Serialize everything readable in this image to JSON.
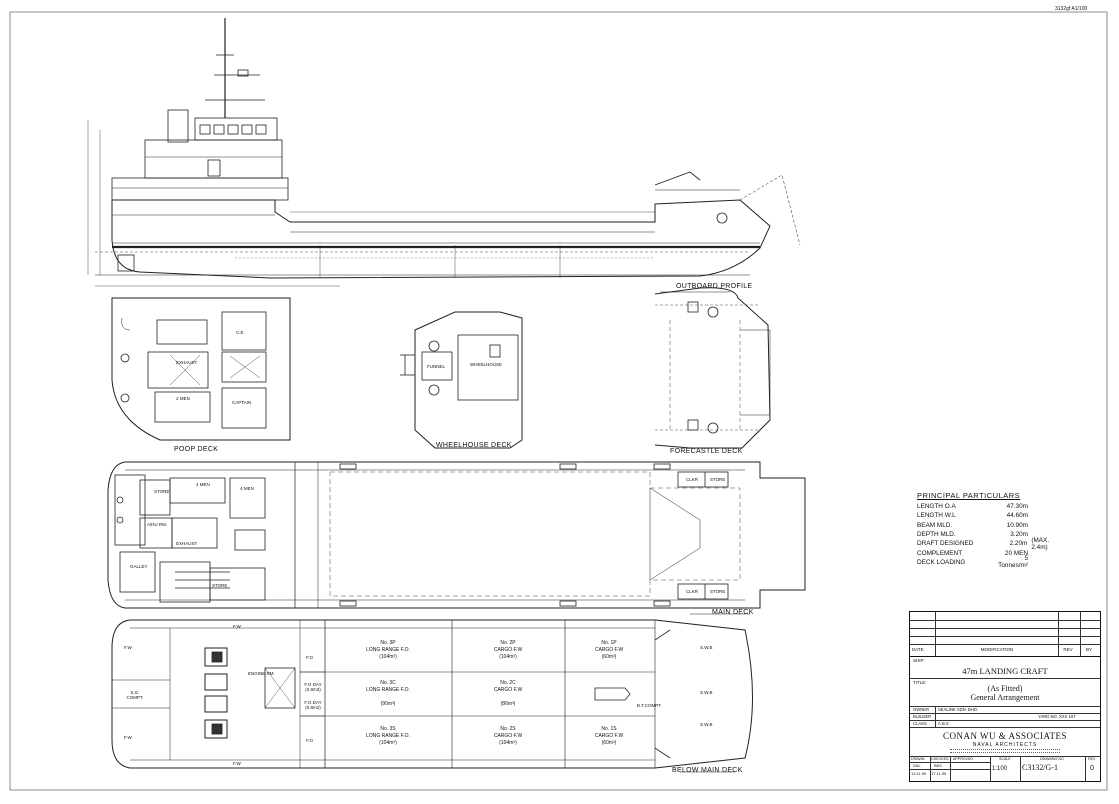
{
  "sheet_ref": "3132gf  A1/100",
  "views": {
    "outboard_profile": "OUTBOARD PROFILE",
    "poop_deck": "POOP DECK",
    "wheelhouse_deck": "WHEELHOUSE DECK",
    "forecastle_deck": "FORECASTLE DECK",
    "main_deck": "MAIN DECK",
    "below_main_deck": "BELOW MAIN DECK"
  },
  "rooms": {
    "ce": "C.E.",
    "exhaust": "EXHAUST",
    "two_men": "2 MEN",
    "captain": "CAPTAIN",
    "funnel": "FUNNEL",
    "wheelhouse": "WHEELHOUSE",
    "store": "STORE",
    "four_men_a": "4 MEN",
    "four_men_b": "4 MEN",
    "ahu_rm": "A/HU RM.",
    "exhaust_main": "EXHAUST",
    "galley": "GALLEY",
    "store_b": "STORE",
    "clkr_a": "CLKR",
    "store_c": "STORE",
    "clkr_b": "CLKR",
    "store_d": "STORE",
    "engine_rm": "ENGINE RM.",
    "sg_compt": "S.G. COMPT.",
    "bt_compt": "B.T.COMPT.",
    "swb_a": "S.W.B",
    "swb_b": "S.W.B",
    "swb_c": "S.W.B",
    "fw_a": "F.W",
    "fw_b": "F.W",
    "fw_c": "F.W",
    "fw_d": "F.W",
    "fo_a": "F.O",
    "fo_b": "F.O",
    "fo_day_a": "F.O DAY (0.8m3)",
    "fo_day_b": "F.O DAY (0.8m3)"
  },
  "tanks": [
    {
      "name": "No. 3P",
      "desc": "LONG RANGE F.O.",
      "cap": "(104m³)"
    },
    {
      "name": "No. 2P",
      "desc": "CARGO F.W",
      "cap": "(104m³)"
    },
    {
      "name": "No. 1P",
      "desc": "CARGO F.W",
      "cap": "(60m³)"
    },
    {
      "name": "No. 3C",
      "desc": "LONG RANGE F.O.",
      "cap": "(90m³)"
    },
    {
      "name": "No. 2C",
      "desc": "CARGO F.W",
      "cap": "(86m³)"
    },
    {
      "name": "No. 3S",
      "desc": "LONG RANGE F.O.",
      "cap": "(104m³)"
    },
    {
      "name": "No. 2S",
      "desc": "CARGO F.W",
      "cap": "(104m³)"
    },
    {
      "name": "No. 1S",
      "desc": "CARGO F.W",
      "cap": "(60m³)"
    }
  ],
  "particulars": {
    "title": "PRINCIPAL PARTICULARS",
    "rows": [
      {
        "k": "LENGTH O.A",
        "v": "47.30m",
        "x": ""
      },
      {
        "k": "LENGTH W.L",
        "v": "44.60m",
        "x": ""
      },
      {
        "k": "BEAM MLD.",
        "v": "10.90m",
        "x": ""
      },
      {
        "k": "DEPTH MLD.",
        "v": "3.20m",
        "x": ""
      },
      {
        "k": "DRAFT DESIGNED",
        "v": "2.20m",
        "x": "(MAX. 2.4m)"
      },
      {
        "k": "COMPLEMENT",
        "v": "20 MEN",
        "x": ""
      },
      {
        "k": "DECK LOADING",
        "v": "5 Tonnes/m²",
        "x": ""
      }
    ]
  },
  "title_block": {
    "rev_headers": [
      "DATE",
      "MODIFICATION",
      "REV",
      "BY"
    ],
    "ship_label": "SHIP:",
    "ship_name": "47m LANDING CRAFT",
    "title_label": "TITLE:",
    "title_1": "(As Fitted)",
    "title_2": "General Arrangement",
    "owner_label": "OWNER",
    "owner": "SEALINK SDN. BHD.",
    "builder_label": "BUILDER",
    "yard_no": "YARD NO. XXX 167",
    "class_label": "CLASS",
    "class": "A.B.S",
    "company": "CONAN WU & ASSOCIATES",
    "company_sub": "NAVAL ARCHITECTS",
    "drawn_label": "DRAWN",
    "checked_label": "CHECKED",
    "approved_label": "APPROVED",
    "scale_label": "SCALE",
    "drawing_label": "DRAWING NO.",
    "rev_label": "REV",
    "drawn_by": "DAL",
    "checked_by": "BEK",
    "drawn_date": "13.11.99",
    "checked_date": "17.11.99",
    "scale": "1:100",
    "drawing_no": "C3132/G-1",
    "rev": "0"
  }
}
